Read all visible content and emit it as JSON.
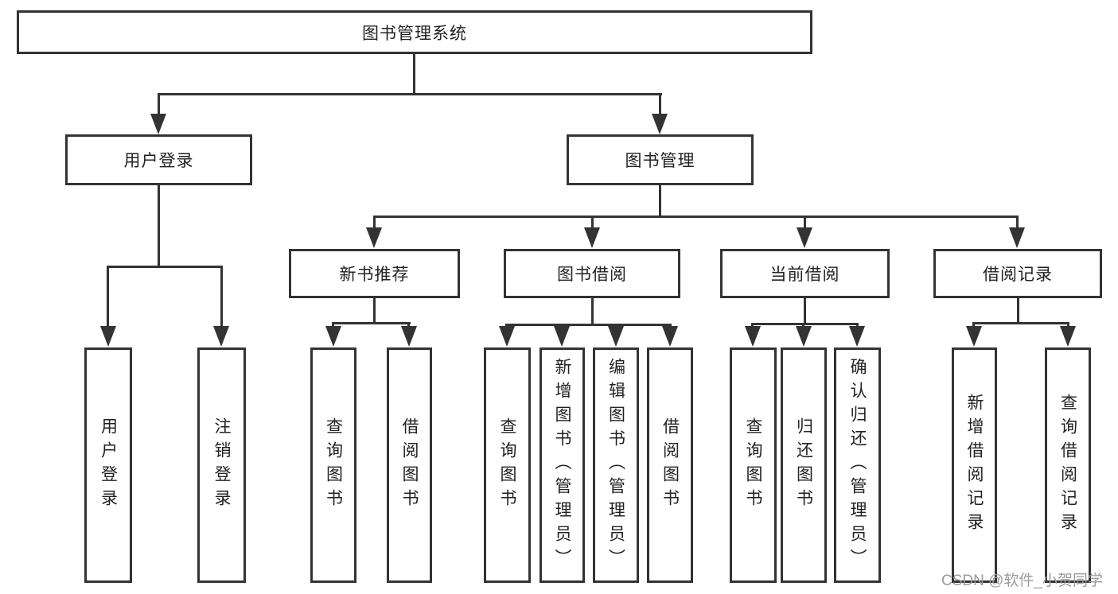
{
  "diagram": {
    "root": {
      "label": "图书管理系统"
    },
    "user_login": {
      "label": "用户登录",
      "children": [
        {
          "label": "用户登录"
        },
        {
          "label": "注销登录"
        }
      ]
    },
    "book_mgmt": {
      "label": "图书管理",
      "sections": {
        "new_book_rec": {
          "label": "新书推荐",
          "children": [
            {
              "label": "查询图书"
            },
            {
              "label": "借阅图书"
            }
          ]
        },
        "book_borrow": {
          "label": "图书借阅",
          "children": [
            {
              "label": "查询图书"
            },
            {
              "label": "新增图书（管理员）"
            },
            {
              "label": "编辑图书（管理员）"
            },
            {
              "label": "借阅图书"
            }
          ]
        },
        "current_borrow": {
          "label": "当前借阅",
          "children": [
            {
              "label": "查询图书"
            },
            {
              "label": "归还图书"
            },
            {
              "label": "确认归还（管理员）"
            }
          ]
        },
        "borrow_record": {
          "label": "借阅记录",
          "children": [
            {
              "label": "新增借阅记录"
            },
            {
              "label": "查询借阅记录"
            }
          ]
        }
      }
    }
  },
  "watermark": "CSDN @软件_小贺同学",
  "colors": {
    "line": "#333333",
    "text": "#222222",
    "watermark": "#9b9b9b",
    "background": "#ffffff"
  }
}
